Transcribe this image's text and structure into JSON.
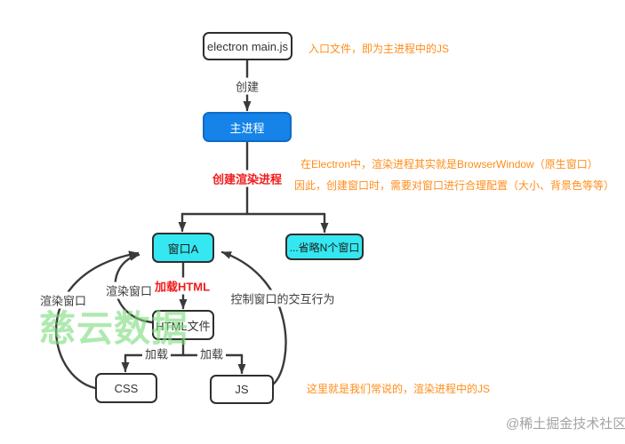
{
  "diagram": {
    "nodes": {
      "electron_main": {
        "label": "electron main.js"
      },
      "main_process": {
        "label": "主进程"
      },
      "window_a": {
        "label": "窗口A"
      },
      "windows_n": {
        "label": "...省略N个窗口"
      },
      "html_file": {
        "label": "HTML文件"
      },
      "css": {
        "label": "CSS"
      },
      "js": {
        "label": "JS"
      }
    },
    "edge_labels": {
      "create": "创建",
      "create_render_process": "创建渲染进程",
      "load_html": "加载HTML",
      "load_css": "加载",
      "load_js": "加载",
      "render_window_outer": "渲染窗口",
      "render_window_inner": "渲染窗口",
      "control_interaction": "控制窗口的交互行为"
    },
    "annotations": {
      "entry_file": "入口文件，即为主进程中的JS",
      "render_is_browserwindow": "在Electron中，渲染进程其实就是BrowserWindow（原生窗口）",
      "config_window": "因此，创建窗口时，需要对窗口进行合理配置（大小、背景色等等）",
      "render_js": "这里就是我们常说的，渲染进程中的JS"
    },
    "colors": {
      "process_blue": "#1583e8",
      "window_cyan": "#35e7f0",
      "annotation_orange": "#ff8d1a",
      "edge_red": "#f01c1c",
      "line_dark": "#3a3a3a",
      "watermark_green": "#7ddc7d",
      "credit_gray": "#a3a3a3"
    }
  },
  "watermarks": {
    "center": "慈云数据",
    "credit": "@稀土掘金技术社区"
  }
}
